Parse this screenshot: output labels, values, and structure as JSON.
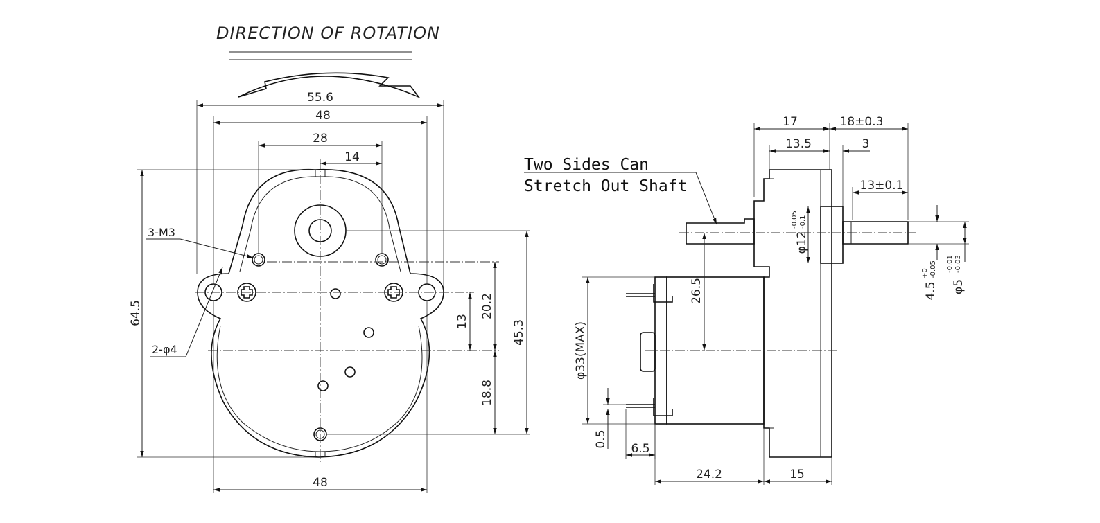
{
  "title": "DIRECTION OF ROTATION",
  "note": {
    "line1": "Two Sides Can",
    "line2": "Stretch Out Shaft"
  },
  "front_view": {
    "overall_width": "55.6",
    "flange_width": "48",
    "mount_spacing": "28",
    "shaft_offset": "14",
    "hole_label": "3-M3",
    "slot_label": "2-φ4",
    "overall_height": "64.5",
    "dim_13": "13",
    "dim_20_2": "20.2",
    "dim_45_3": "45.3",
    "dim_18_8": "18.8",
    "bottom_width": "48"
  },
  "side_view": {
    "dim_17": "17",
    "dim_18": "18±0.3",
    "dim_13_5": "13.5",
    "dim_3": "3",
    "dim_13": "13±0.1",
    "boss_dia": {
      "main": "φ12",
      "upper": "-0.05",
      "lower": "-0.1"
    },
    "dim_26_5": "26.5",
    "flat_dim": {
      "main": "4.5",
      "upper": "+0",
      "lower": "-0.05"
    },
    "shaft_dia": {
      "main": "φ5",
      "upper": "-0.01",
      "lower": "-0.03"
    },
    "motor_dia": "φ33(MAX)",
    "dim_0_5": "0.5",
    "dim_6_5": "6.5",
    "dim_24_2": "24.2",
    "dim_15": "15"
  }
}
